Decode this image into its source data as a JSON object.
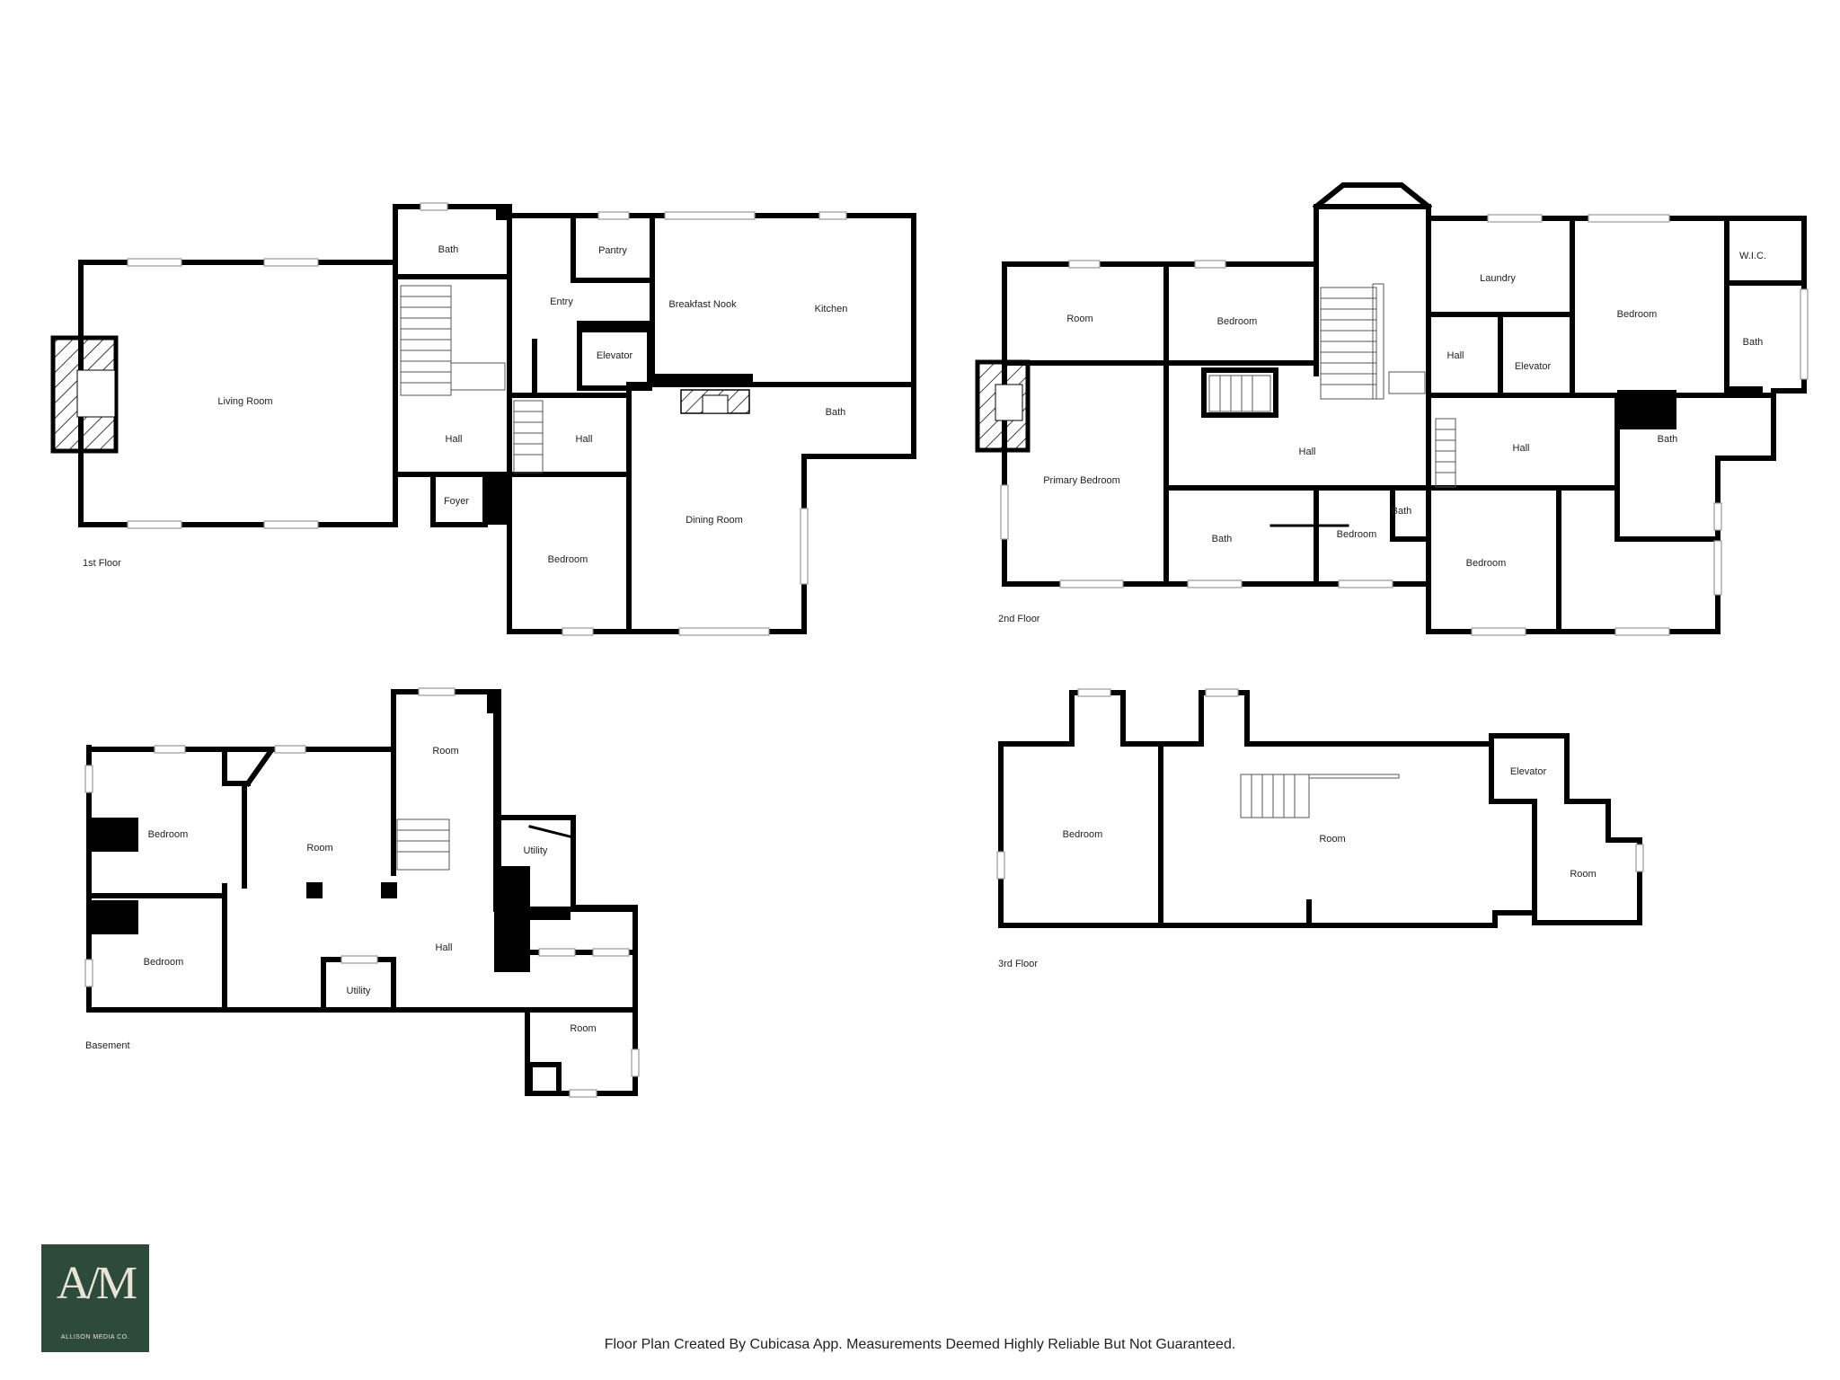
{
  "floors": [
    {
      "name": "1st Floor",
      "rooms": [
        "Bath",
        "Pantry",
        "Entry",
        "Breakfast Nook",
        "Kitchen",
        "Elevator",
        "Living Room",
        "Hall",
        "Hall",
        "Bath",
        "Foyer",
        "Dining Room",
        "Bedroom"
      ]
    },
    {
      "name": "2nd Floor",
      "rooms": [
        "W.I.C.",
        "Laundry",
        "Bedroom",
        "Room",
        "Bedroom",
        "Hall",
        "Elevator",
        "Bath",
        "Primary Bedroom",
        "Hall",
        "Hall",
        "Bath",
        "Bath",
        "Bath",
        "Bedroom",
        "Bedroom"
      ]
    },
    {
      "name": "Basement",
      "rooms": [
        "Room",
        "Bedroom",
        "Room",
        "Utility",
        "Hall",
        "Bedroom",
        "Utility",
        "Room"
      ]
    },
    {
      "name": "3rd Floor",
      "rooms": [
        "Elevator",
        "Bedroom",
        "Room",
        "Room"
      ]
    }
  ],
  "logo": {
    "mark": "A/M",
    "subtitle": "ALLISON MEDIA CO."
  },
  "disclaimer": "Floor Plan Created By Cubicasa App. Measurements Deemed Highly Reliable But Not Guaranteed.",
  "colors": {
    "wall": "#000000",
    "logo_background": "#2e4a3a",
    "logo_text": "#e9e4d8"
  }
}
